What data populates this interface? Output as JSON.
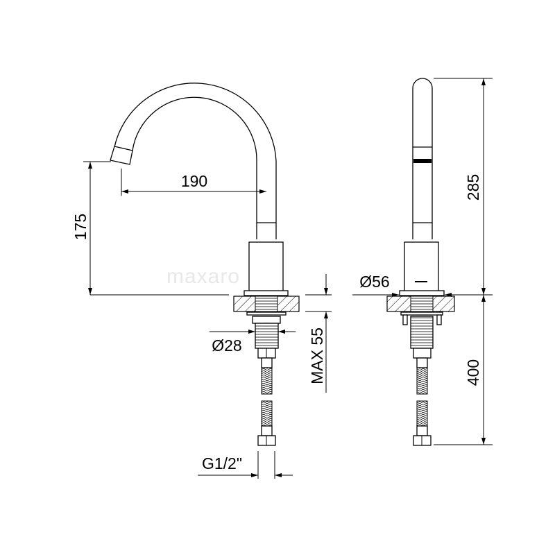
{
  "watermark": "maxaro",
  "dimensions": {
    "spout_reach": "190",
    "spout_height": "175",
    "max_thickness": "MAX 55",
    "shank_diameter": "Ø28",
    "base_diameter": "Ø56",
    "total_height": "285",
    "hose_length": "400",
    "connection": "G1/2\""
  },
  "colors": {
    "line": "#000000",
    "background": "#ffffff"
  }
}
